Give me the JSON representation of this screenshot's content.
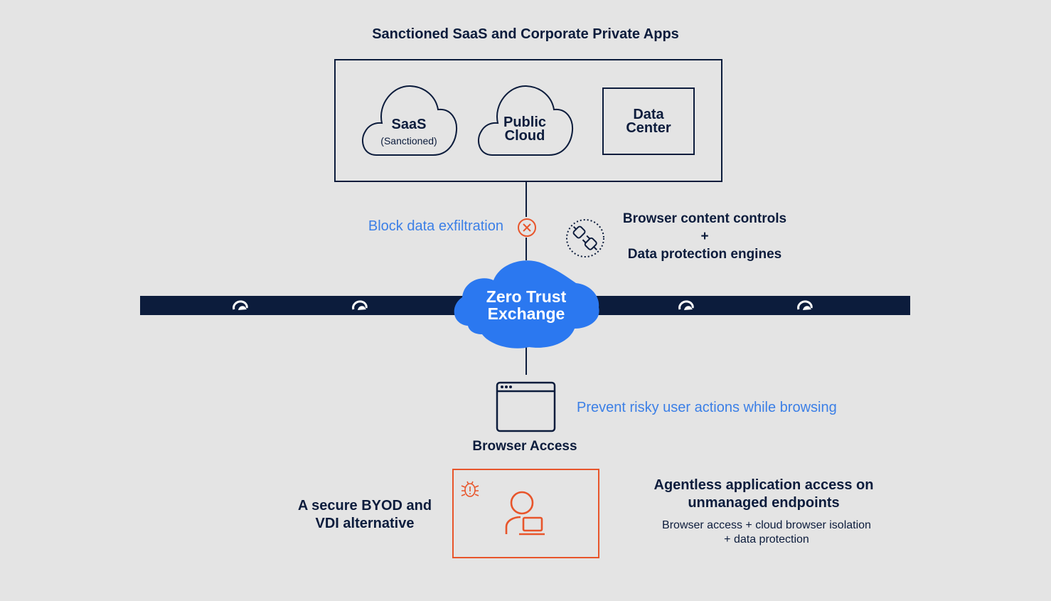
{
  "title": "Sanctioned SaaS and Corporate Private Apps",
  "apps": {
    "saas_label": "SaaS",
    "saas_sub": "(Sanctioned)",
    "public_cloud_label": "Public Cloud",
    "data_center_label": "Data Center"
  },
  "block_label": "Block data exfiltration",
  "controls": {
    "line1": "Browser content controls",
    "line2": "+",
    "line3": "Data protection engines"
  },
  "zte_label": "Zero Trust Exchange",
  "prevent_label": "Prevent risky user actions while browsing",
  "browser_access_label": "Browser Access",
  "byod_label": "A secure BYOD and VDI alternative",
  "agentless": {
    "title": "Agentless application access on unmanaged endpoints",
    "subtitle": "Browser access + cloud browser isolation + data protection"
  },
  "colors": {
    "navy": "#0c1c3c",
    "accent_blue": "#3b7fe6",
    "cloud_blue": "#2b78f0",
    "alert_orange": "#e8552b",
    "background": "#e4e4e4"
  },
  "icons": [
    "blocked-x-icon",
    "plug-icon",
    "zscaler-logo-icon",
    "browser-window-icon",
    "bug-icon",
    "user-laptop-icon"
  ]
}
